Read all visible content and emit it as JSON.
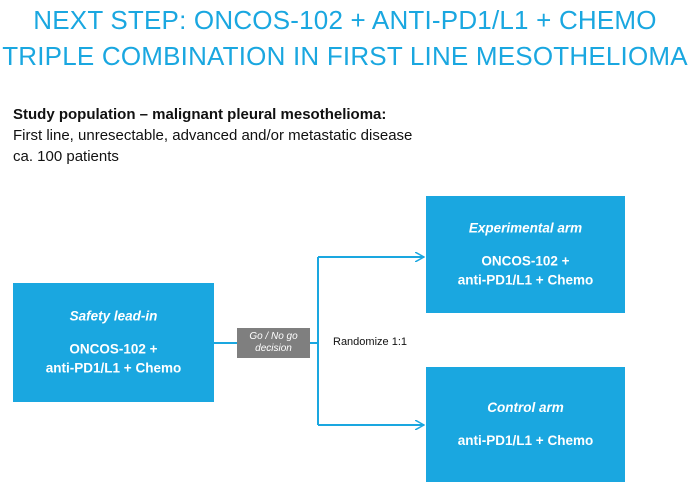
{
  "title": {
    "line1": "NEXT STEP: ONCOS-102 + ANTI-PD1/L1 + CHEMO",
    "line2": "TRIPLE COMBINATION IN FIRST LINE MESOTHELIOMA"
  },
  "population": {
    "heading": "Study population – malignant pleural mesothelioma:",
    "line1": "First line, unresectable, advanced and/or metastatic disease",
    "line2": "ca. 100 patients"
  },
  "safety": {
    "title": "Safety lead-in",
    "line1": "ONCOS-102 +",
    "line2": "anti-PD1/L1 + Chemo"
  },
  "decision": {
    "line1": "Go / No go",
    "line2": "decision"
  },
  "randomize": "Randomize 1:1",
  "experimental": {
    "title": "Experimental arm",
    "line1": "ONCOS-102 +",
    "line2": "anti-PD1/L1 + Chemo"
  },
  "control": {
    "title": "Control arm",
    "line1": "anti-PD1/L1 + Chemo"
  },
  "colors": {
    "accent": "#1aa7e0",
    "decision": "#7f7f7f"
  }
}
